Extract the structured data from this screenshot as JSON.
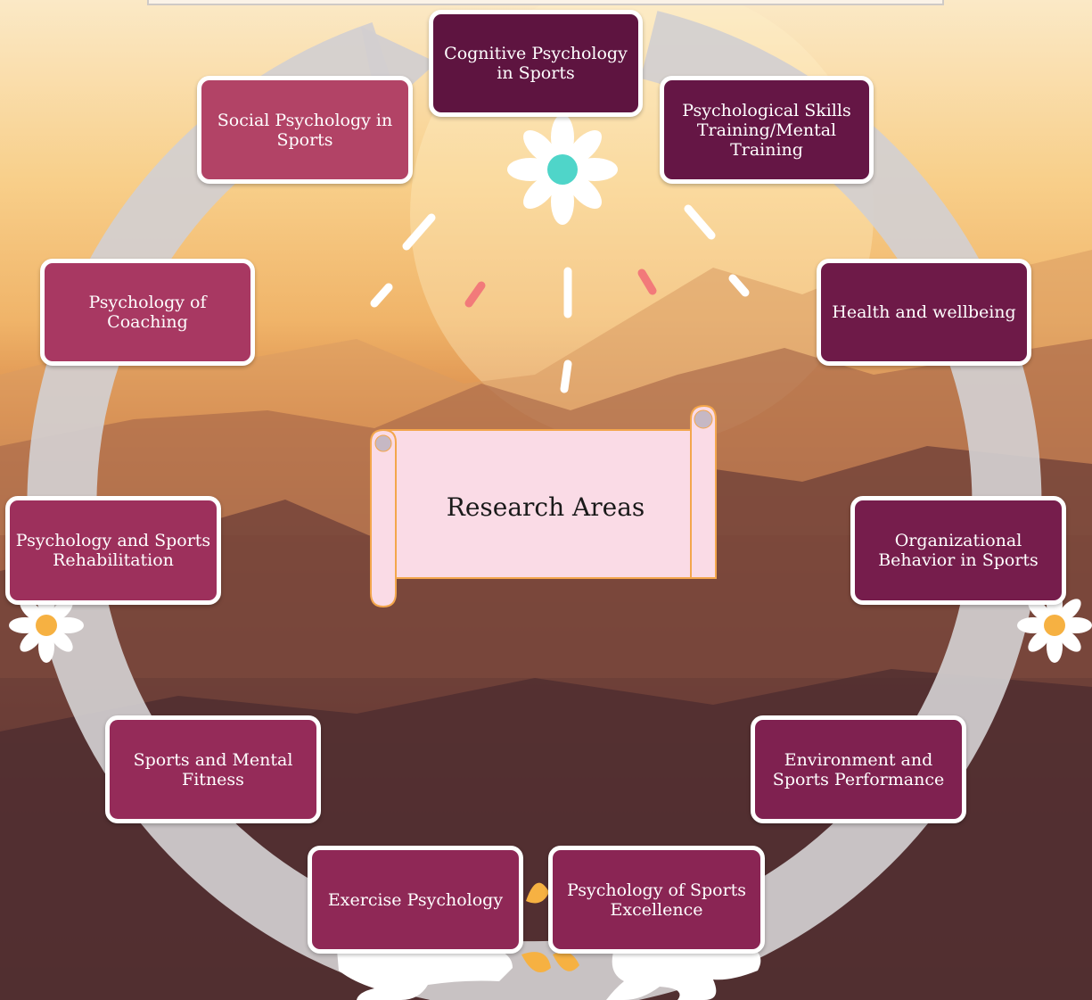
{
  "title": "Research Areas",
  "nodes": [
    {
      "id": "cognitive",
      "label": "Cognitive Psychology in Sports",
      "color": "#5e1440"
    },
    {
      "id": "pst",
      "label": "Psychological Skills Training/Mental Training",
      "color": "#651645"
    },
    {
      "id": "health",
      "label": "Health and wellbeing",
      "color": "#6e1a48"
    },
    {
      "id": "org",
      "label": "Organizational Behavior in Sports",
      "color": "#761d4c"
    },
    {
      "id": "env",
      "label": "Environment and Sports Performance",
      "color": "#7f2150"
    },
    {
      "id": "excellence",
      "label": "Psychology of Sports Excellence",
      "color": "#8a2554"
    },
    {
      "id": "exercise",
      "label": "Exercise Psychology",
      "color": "#8f2856"
    },
    {
      "id": "fitness",
      "label": "Sports and Mental Fitness",
      "color": "#952b59"
    },
    {
      "id": "rehab",
      "label": "Psychology and Sports Rehabilitation",
      "color": "#9d305c"
    },
    {
      "id": "coaching",
      "label": "Psychology of Coaching",
      "color": "#a83862"
    },
    {
      "id": "social",
      "label": "Social Psychology in Sports",
      "color": "#b24366"
    }
  ],
  "colors": {
    "ring": "#d3cfd0",
    "scroll_fill": "#fadbe6",
    "scroll_border": "#f3a64c",
    "flower_center_teal": "#4fd5c9",
    "flower_center_orange": "#f6b142"
  }
}
